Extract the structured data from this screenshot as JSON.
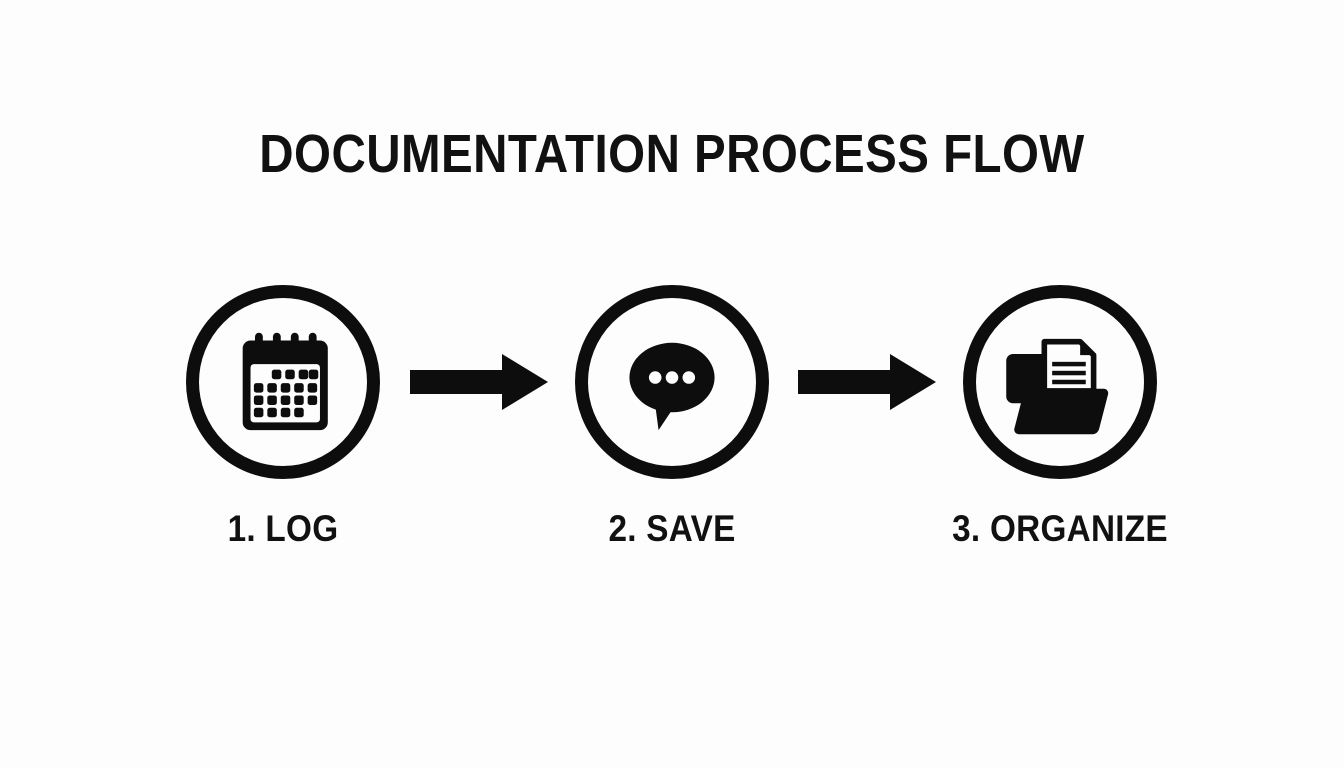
{
  "page": {
    "title": "DOCUMENTATION PROCESS FLOW",
    "background_color": "#fdfdfd",
    "ink_color": "#0d0d0d"
  },
  "flow": {
    "steps": [
      {
        "number": "1",
        "label": "1. LOG",
        "icon": "calendar-icon",
        "icon_description": "calendar with binding rings and date grid"
      },
      {
        "number": "2",
        "label": "2. SAVE",
        "icon": "speech-bubble-icon",
        "icon_description": "speech bubble with three dots"
      },
      {
        "number": "3",
        "label": "3. ORGANIZE",
        "icon": "folder-document-icon",
        "icon_description": "open folder holding a document"
      }
    ],
    "connectors": [
      {
        "name": "arrow-log-to-save",
        "direction": "right"
      },
      {
        "name": "arrow-save-to-organize",
        "direction": "right"
      }
    ]
  }
}
